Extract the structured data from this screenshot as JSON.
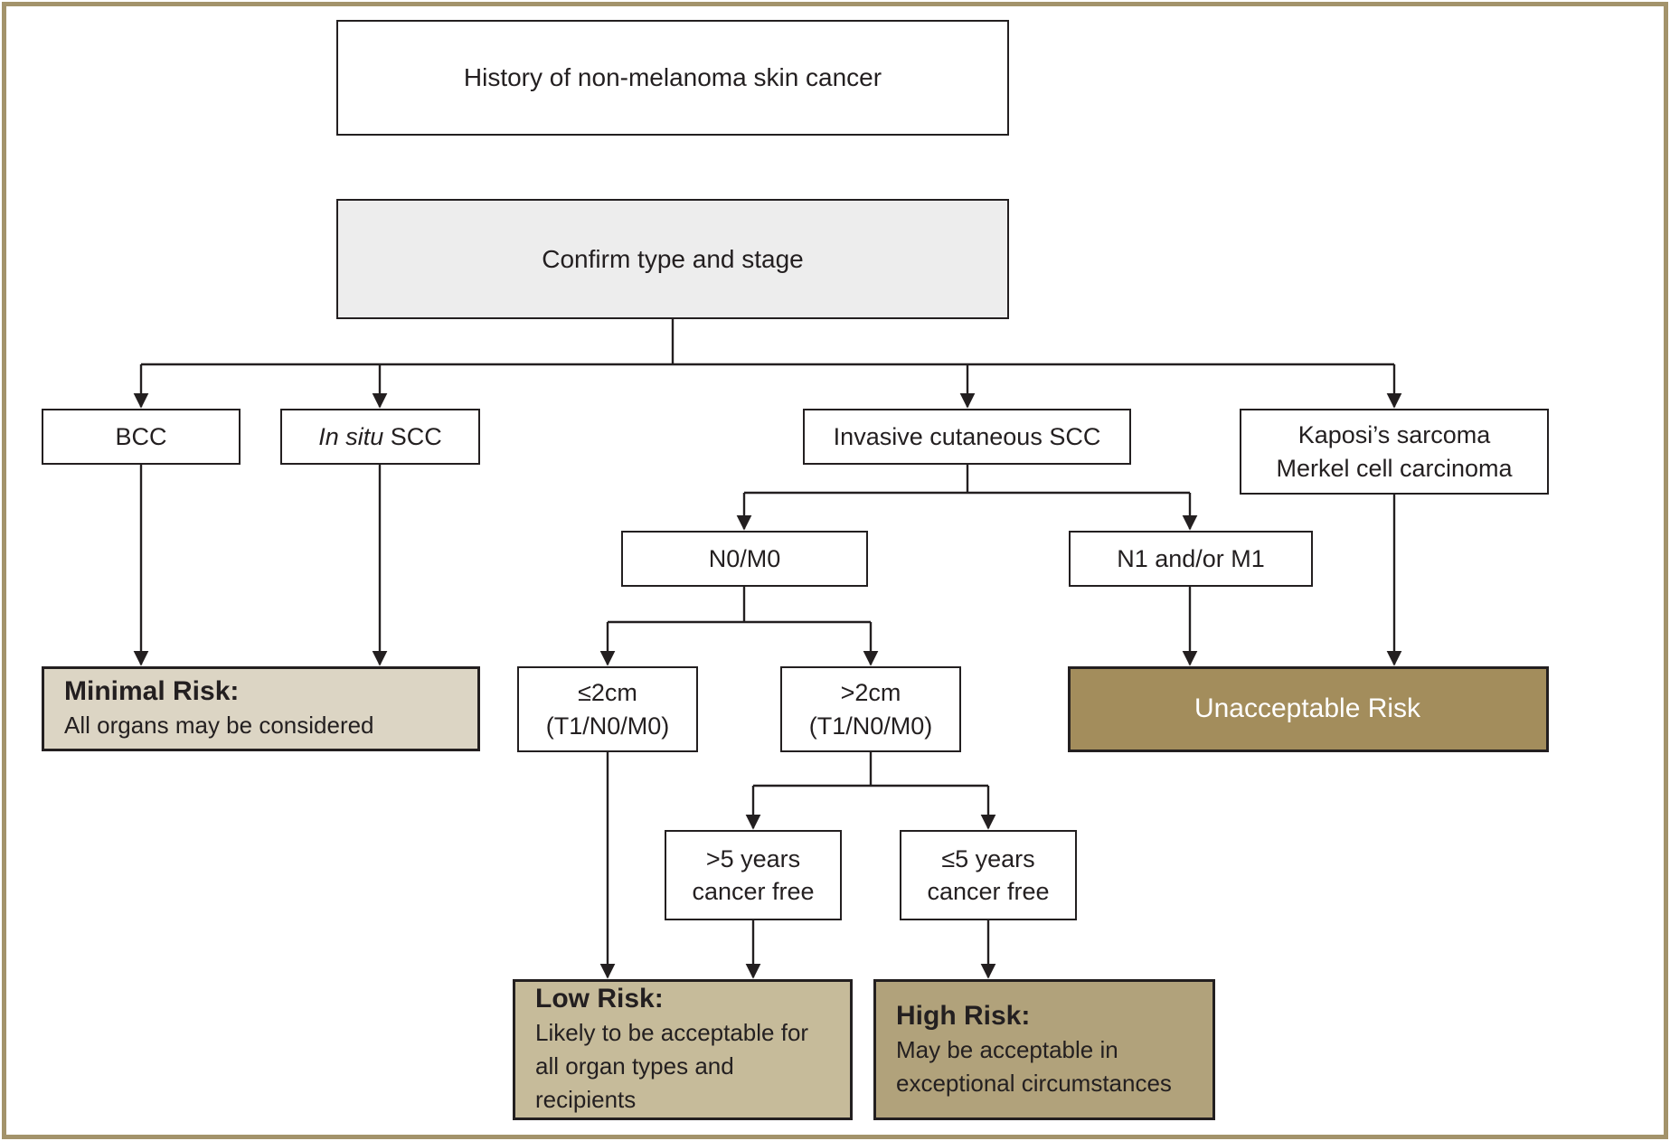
{
  "diagram": {
    "type": "flowchart",
    "colors": {
      "frame_border": "#a3936b",
      "line": "#231f20",
      "node_fill": "#ffffff",
      "confirm_fill": "#ededed",
      "minimal_risk_fill": "#dcd5c4",
      "low_risk_fill": "#c6bb9a",
      "high_risk_fill": "#b1a27b",
      "unacceptable_risk_fill": "#a38d5c",
      "unacceptable_risk_text": "#ffffff"
    },
    "nodes": {
      "history": {
        "label": "History of non-melanoma skin cancer"
      },
      "confirm": {
        "label": "Confirm type and stage"
      },
      "bcc": {
        "label": "BCC"
      },
      "insitu": {
        "label_italic": "In situ",
        "label": "SCC"
      },
      "invasive": {
        "label": "Invasive cutaneous SCC"
      },
      "kaposi": {
        "line1": "Kaposi’s sarcoma",
        "line2": "Merkel cell carcinoma"
      },
      "n0m0": {
        "label": "N0/M0"
      },
      "n1m1": {
        "label": "N1 and/or M1"
      },
      "le2cm": {
        "line1": "≤2cm",
        "line2": "(T1/N0/M0)"
      },
      "gt2cm": {
        "line1": ">2cm",
        "line2": "(T1/N0/M0)"
      },
      "gt5yr": {
        "line1": ">5 years",
        "line2": "cancer free"
      },
      "le5yr": {
        "line1": "≤5 years",
        "line2": "cancer free"
      },
      "minimal_risk": {
        "title": "Minimal Risk:",
        "body": "All organs may be considered"
      },
      "unacceptable_risk": {
        "label": "Unacceptable Risk"
      },
      "low_risk": {
        "title": "Low Risk:",
        "body": "Likely to be acceptable for all organ types and recipients"
      },
      "high_risk": {
        "title": "High Risk:",
        "body": "May be acceptable in exceptional circumstances"
      }
    },
    "edges": [
      "confirm->bcc",
      "confirm->insitu",
      "confirm->invasive",
      "confirm->kaposi",
      "bcc->minimal_risk",
      "insitu->minimal_risk",
      "invasive->n0m0",
      "invasive->n1m1",
      "n0m0->le2cm",
      "n0m0->gt2cm",
      "n1m1->unacceptable_risk",
      "kaposi->unacceptable_risk",
      "gt2cm->gt5yr",
      "gt2cm->le5yr",
      "le2cm->low_risk",
      "gt5yr->low_risk",
      "le5yr->high_risk"
    ]
  }
}
